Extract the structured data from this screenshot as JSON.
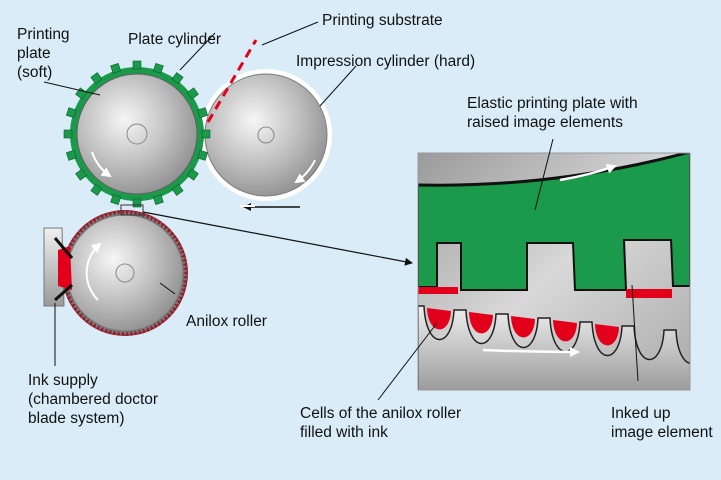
{
  "labels": {
    "printing_plate": "Printing\nplate\n(soft)",
    "plate_cylinder": "Plate cylinder",
    "printing_substrate": "Printing substrate",
    "impression_cylinder": "Impression cylinder (hard)",
    "elastic_plate": "Elastic printing plate with\nraised image elements",
    "anilox_roller": "Anilox roller",
    "ink_supply": "Ink supply\n(chambered doctor\nblade system)",
    "cells": "Cells of the anilox roller\nfilled with ink",
    "inked_element": "Inked up\nimage element"
  },
  "colors": {
    "background": "#d9ecf8",
    "plate": "#1a9a4a",
    "ink": "#e3001b",
    "metal": "#b9b9b9"
  }
}
